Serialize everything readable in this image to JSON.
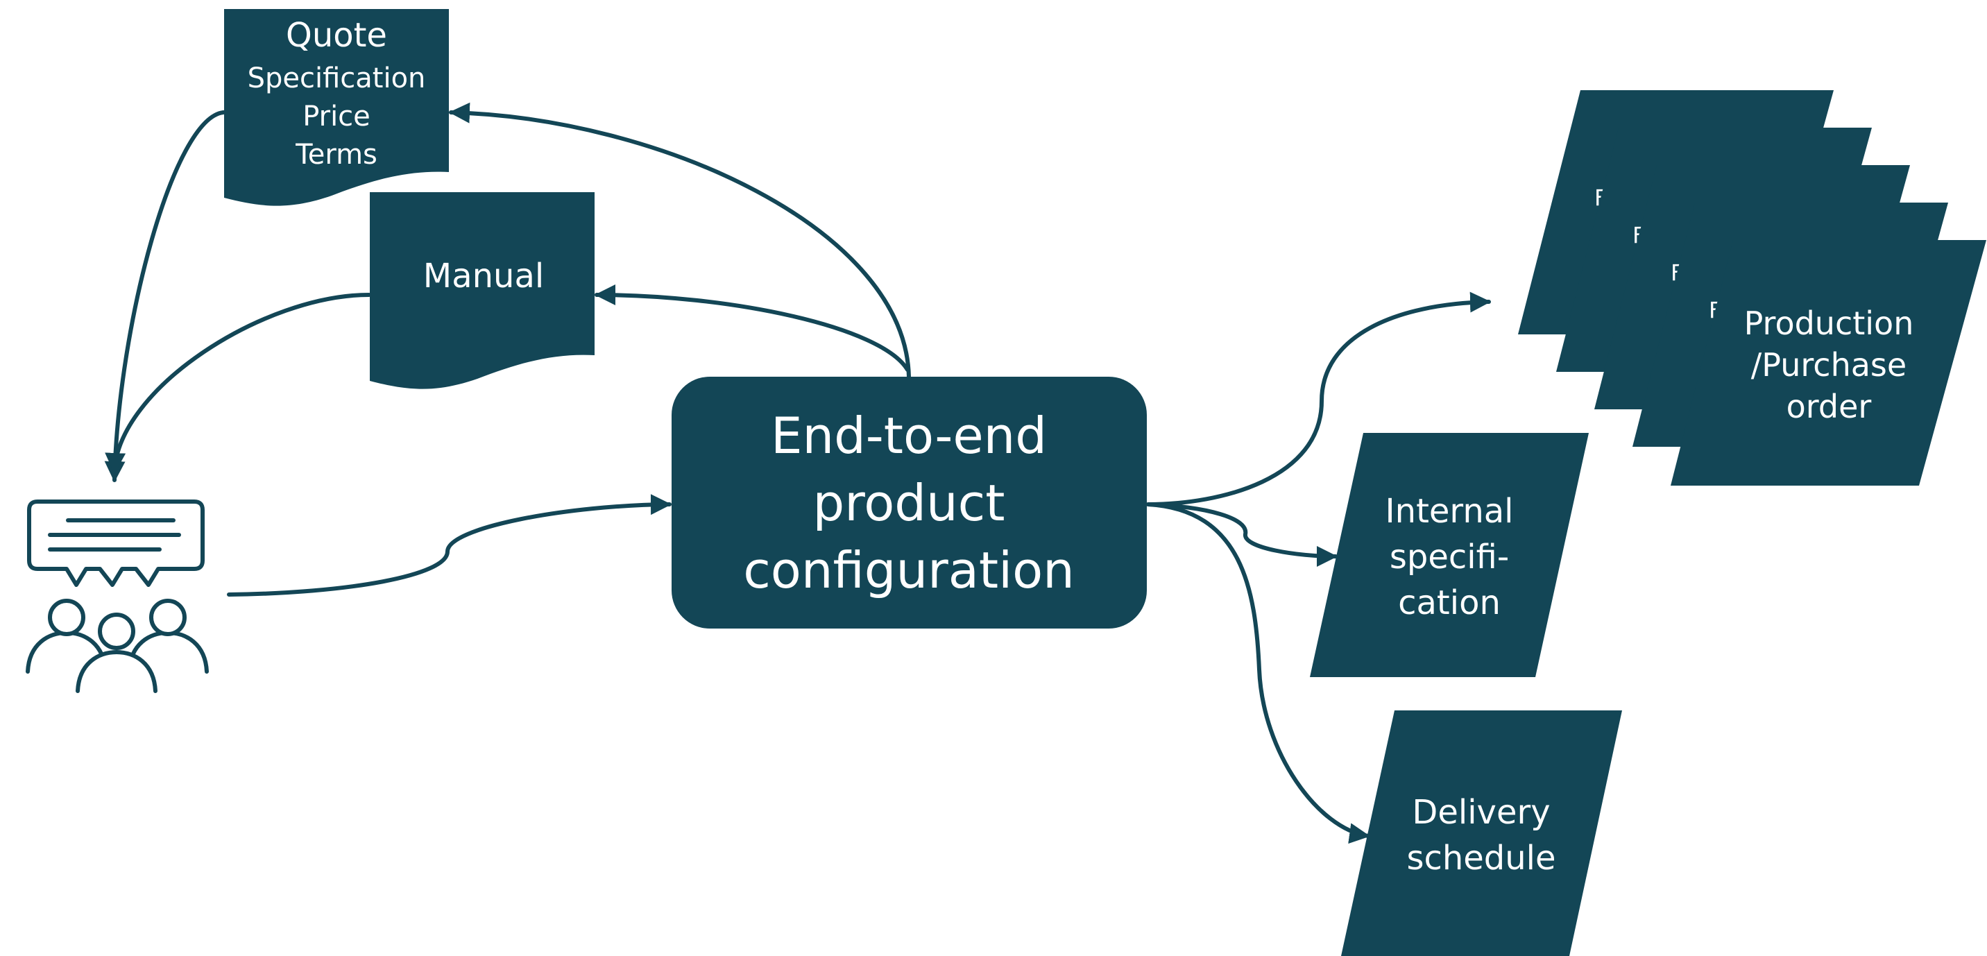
{
  "colors": {
    "primary": "#134656",
    "text_on_shape": "#ffffff",
    "icon_fill": "#ffffff",
    "background": "#ffffff"
  },
  "nodes": {
    "quote": {
      "title": "Quote",
      "lines": [
        "Specification",
        "Price",
        "Terms"
      ]
    },
    "manual": {
      "label": "Manual"
    },
    "central": {
      "lines": [
        "End-to-end",
        "product",
        "configuration"
      ]
    },
    "production_order": {
      "lines": [
        "Production",
        "/Purchase",
        "order"
      ],
      "stack_peek_letter": "F"
    },
    "internal_specification": {
      "lines": [
        "Internal",
        "specifi-",
        "cation"
      ]
    },
    "delivery_schedule": {
      "lines": [
        "Delivery",
        "schedule"
      ]
    },
    "customers": {
      "icon": "customers-chat-icon"
    }
  }
}
